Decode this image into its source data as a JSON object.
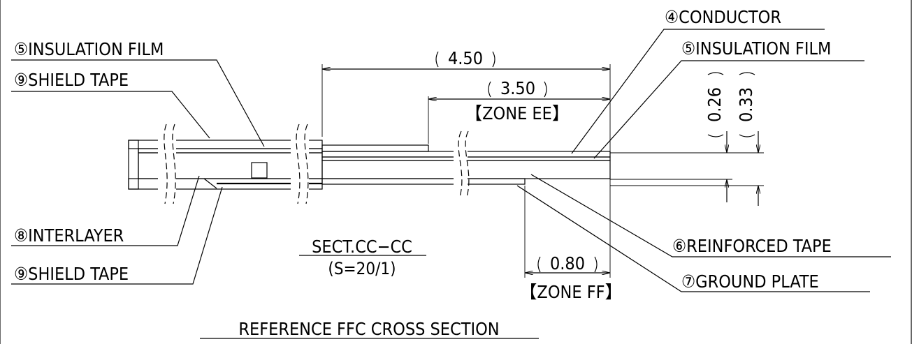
{
  "callouts": {
    "insulation_film_left": "⑤INSULATION FILM",
    "shield_tape_top": "⑨SHIELD TAPE",
    "interlayer": "⑧INTERLAYER",
    "shield_tape_bottom": "⑨SHIELD TAPE",
    "conductor": "④CONDUCTOR",
    "insulation_film_right": "⑤INSULATION FILM",
    "reinforced_tape": "⑥REINFORCED TAPE",
    "ground_plate": "⑦GROUND PLATE"
  },
  "dimensions": {
    "length_total": "4.50",
    "length_zone_ee": "3.50",
    "zone_ee": "【ZONE EE】",
    "length_zone_ff": "0.80",
    "zone_ff": "【ZONE FF】",
    "thickness_inner": "0.26",
    "thickness_outer": "0.33"
  },
  "section": {
    "title": "SECT.CC−CC",
    "scale": "(S=20/1)"
  },
  "caption": "REFERENCE FFC CROSS SECTION"
}
